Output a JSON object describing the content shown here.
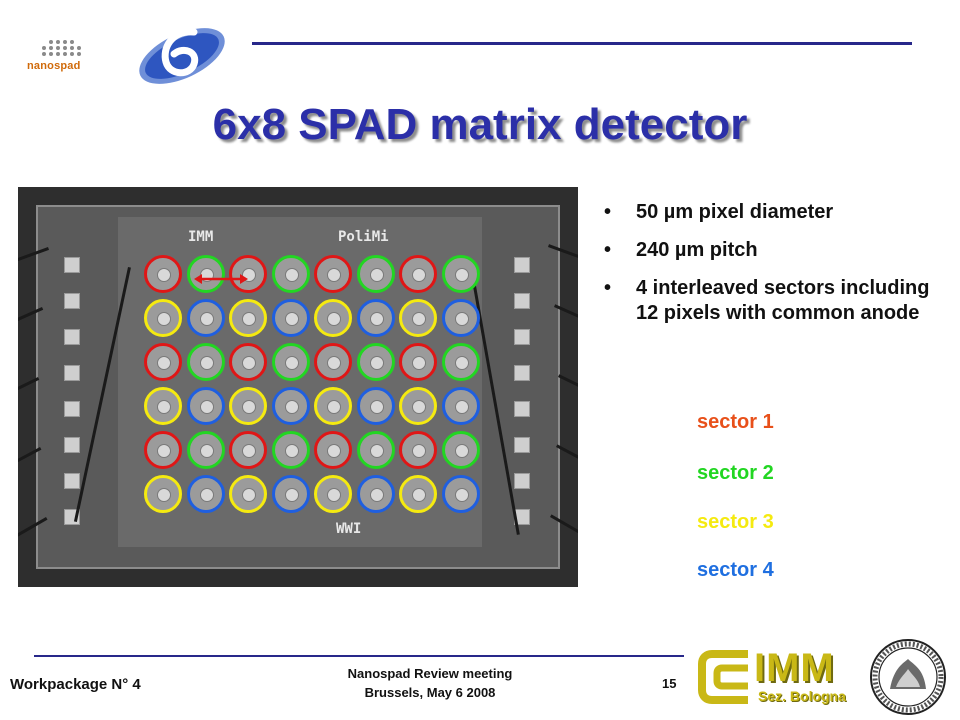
{
  "header": {
    "logo_text": "nanospad",
    "title": "6x8 SPAD matrix detector"
  },
  "chip": {
    "label_imm": "IMM",
    "label_polimi": "PoliMi",
    "label_bottom": "WWI",
    "rows": [
      [
        1,
        2,
        1,
        2,
        1,
        2,
        1,
        2
      ],
      [
        3,
        4,
        3,
        4,
        3,
        4,
        3,
        4
      ],
      [
        1,
        2,
        1,
        2,
        1,
        2,
        1,
        2
      ],
      [
        3,
        4,
        3,
        4,
        3,
        4,
        3,
        4
      ],
      [
        1,
        2,
        1,
        2,
        1,
        2,
        1,
        2
      ],
      [
        3,
        4,
        3,
        4,
        3,
        4,
        3,
        4
      ]
    ]
  },
  "bullets": [
    "50 µm pixel diameter",
    "240 µm pitch",
    "4 interleaved sectors including 12 pixels with common anode"
  ],
  "bullet_glyph": "•",
  "sectors": [
    {
      "label": "sector 1",
      "color": "#e8501a"
    },
    {
      "label": "sector 2",
      "color": "#22d622"
    },
    {
      "label": "sector 3",
      "color": "#f5ea10"
    },
    {
      "label": "sector 4",
      "color": "#1f6fe0"
    }
  ],
  "footer": {
    "workpackage": "Workpackage N° 4",
    "meeting_line1": "Nanospad Review meeting",
    "meeting_line2": "Brussels, May 6 2008",
    "page_number": "15",
    "imm_logo": "IMM",
    "imm_sub": "Sez. Bologna"
  },
  "colors": {
    "title": "#2b2fa8",
    "rule": "#28288a"
  }
}
